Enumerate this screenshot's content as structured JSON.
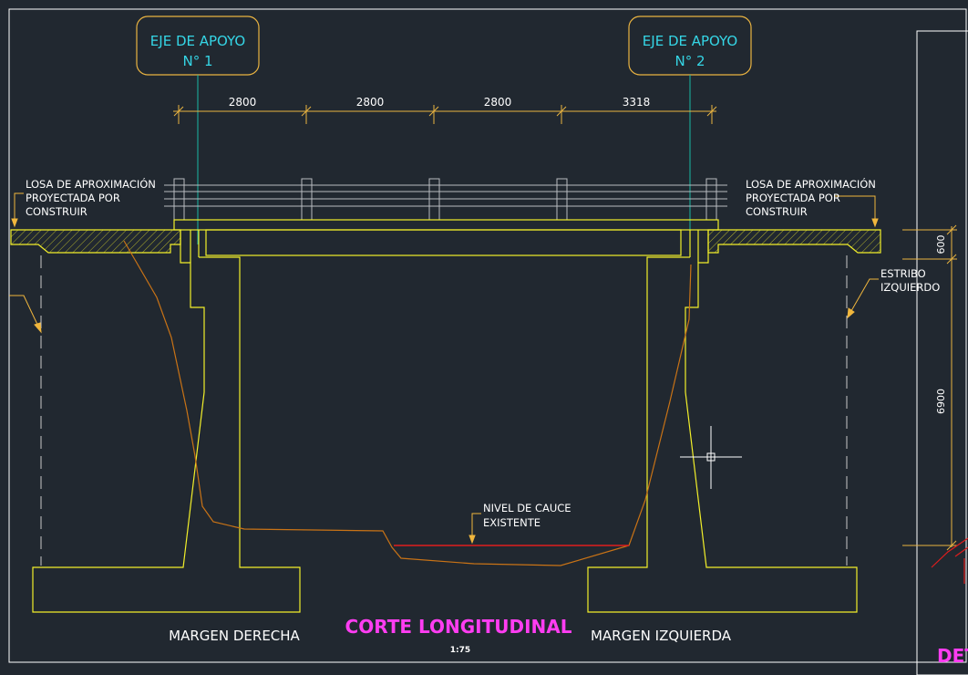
{
  "colors": {
    "background": "#212830",
    "structure": "#f2ef2a",
    "axis": "#19b8a5",
    "axis_label": "#35d6e6",
    "label_box": "#e9b341",
    "terrain": "#c97316",
    "riverbed": "#e01d1d",
    "text": "#ffffff",
    "title": "#ff3df2",
    "rail": "#b9bcc1",
    "leader": "#f0b63d",
    "dashed": "#c9c9c9",
    "cursor": "#ffffff"
  },
  "axes": [
    {
      "line1": "EJE DE APOYO",
      "line2": "N° 1"
    },
    {
      "line1": "EJE DE APOYO",
      "line2": "N° 2"
    }
  ],
  "spans": [
    "2800",
    "2800",
    "2800",
    "3318"
  ],
  "labels": {
    "approach_left": [
      "LOSA DE APROXIMACIÓN",
      "PROYECTADA POR",
      "CONSTRUIR"
    ],
    "approach_right": [
      "LOSA DE APROXIMACIÓN",
      "PROYECTADA POR",
      "CONSTRUIR"
    ],
    "estribo": [
      "ESTRIBO",
      "IZQUIERDO"
    ],
    "nivel": [
      "NIVEL DE CAUCE",
      "EXISTENTE"
    ],
    "margin_left": "MARGEN  DERECHA",
    "margin_right": "MARGEN  IZQUIERDA",
    "title": "CORTE LONGITUDINAL",
    "scale": "1:75",
    "dim_top": "600",
    "dim_main": "6900",
    "detail_cut": "DET"
  }
}
